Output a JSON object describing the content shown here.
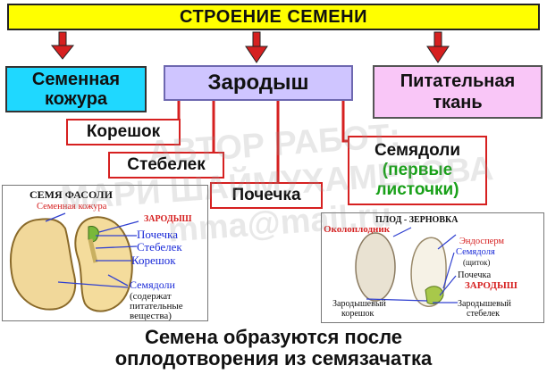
{
  "title": "СТРОЕНИЕ СЕМЕНИ",
  "seed_coat": {
    "line1": "Семенная",
    "line2": "кожура"
  },
  "embryo": "Зародыш",
  "nutritive": {
    "line1": "Питательная",
    "line2": "ткань"
  },
  "parts": {
    "root": "Корешок",
    "stem": "Стебелек",
    "bud": "Почечка",
    "cotyledons": "Семядоли",
    "cotyledons_sub1": "(первые",
    "cotyledons_sub2": "листочки)"
  },
  "bean": {
    "title": "СЕМЯ ФАСОЛИ",
    "seed_coat": "Семенная кожура",
    "embryo": "ЗАРОДЫШ",
    "bud": "Почечка",
    "stem": "Стебелек",
    "root": "Корешок",
    "cotyledons": "Семядоли",
    "note1": "(содержат",
    "note2": "питательные",
    "note3": "вещества)"
  },
  "grain": {
    "title": "ПЛОД - ЗЕРНОВКА",
    "pericarp": "Околоплодник",
    "endosperm": "Эндосперм",
    "cotyledon": "Семядоля",
    "scutellum": "(щиток)",
    "bud": "Почечка",
    "embryo": "ЗАРОДЫШ",
    "root1": "Зародышевый",
    "root2": "корешок",
    "stem1": "Зародышевый",
    "stem2": "стебелек"
  },
  "watermark": {
    "line1": "АВТОР РАБОТ:",
    "line2": "МАРИ ШАЙМУХАМЕТОВА",
    "line3": "mma@mail.ru"
  },
  "footer": {
    "line1": "Семена образуются после",
    "line2": "оплодотворения из семязачатка"
  },
  "colors": {
    "title_bg": "#ffff00",
    "seed_coat_bg": "#1fd8ff",
    "embryo_bg": "#cfc5ff",
    "nutritive_bg": "#f9c6f7",
    "arrow": "#d62020",
    "connector": "#d62020",
    "label_blue": "#1a2ad8",
    "label_red": "#d62020"
  }
}
